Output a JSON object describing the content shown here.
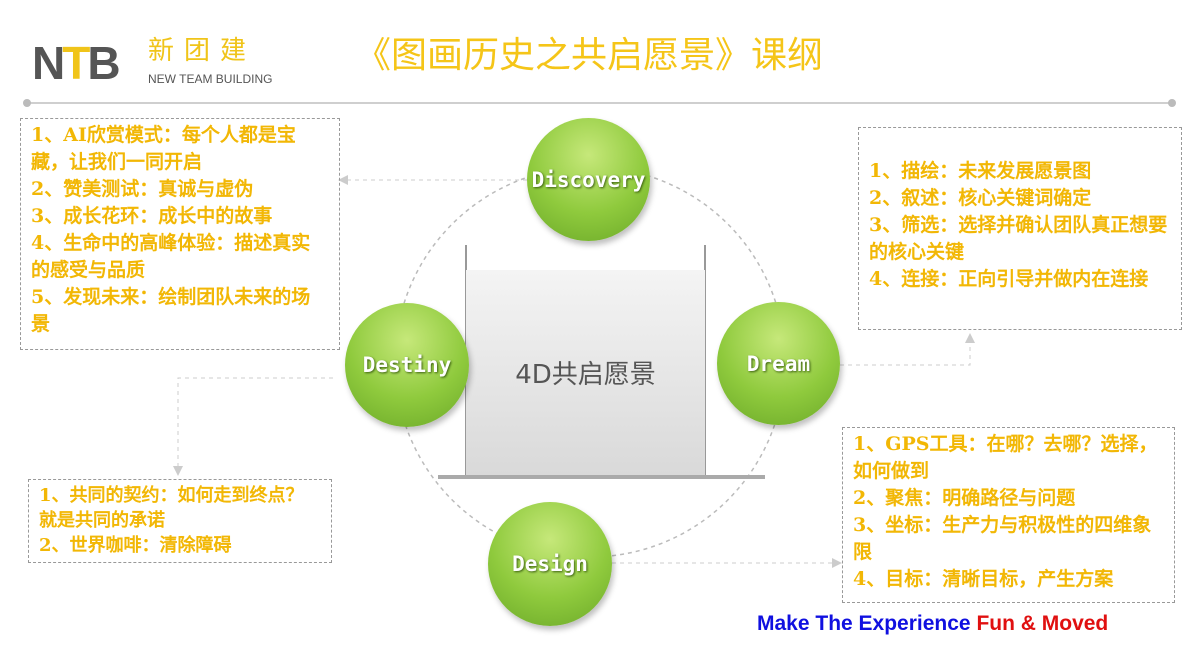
{
  "logo": {
    "mark": "NTB",
    "cn": "新团建",
    "en": "NEW TEAM BUILDING"
  },
  "title": "《图画历史之共启愿景》课纲",
  "center_label": "4D共启愿景",
  "phases": {
    "discovery": "Discovery",
    "dream": "Dream",
    "design": "Design",
    "destiny": "Destiny"
  },
  "discovery_items": [
    "1、AI欣赏模式：每个人都是宝藏，让我们一同开启",
    "2、赞美测试：真诚与虚伪",
    "3、成长花环：成长中的故事",
    "4、生命中的高峰体验：描述真实的感受与品质",
    "5、发现未来：绘制团队未来的场景"
  ],
  "dream_items": [
    "1、描绘：未来发展愿景图",
    "2、叙述：核心关键词确定",
    "3、筛选：选择并确认团队真正想要的核心关键",
    "4、连接：正向引导并做内在连接"
  ],
  "design_items": [
    "1、GPS工具：在哪？去哪？选择，如何做到",
    "2、聚焦：明确路径与问题",
    "3、坐标：生产力与积极性的四维象限",
    "4、目标：清晰目标，产生方案"
  ],
  "destiny_items": [
    "1、共同的契约：如何走到终点？就是共同的承诺",
    "2、世界咖啡：清除障碍"
  ],
  "footer": {
    "part1": "Make The Experience ",
    "part2": "Fun & Moved",
    "color1": "#1010e0",
    "color2": "#e01010"
  }
}
